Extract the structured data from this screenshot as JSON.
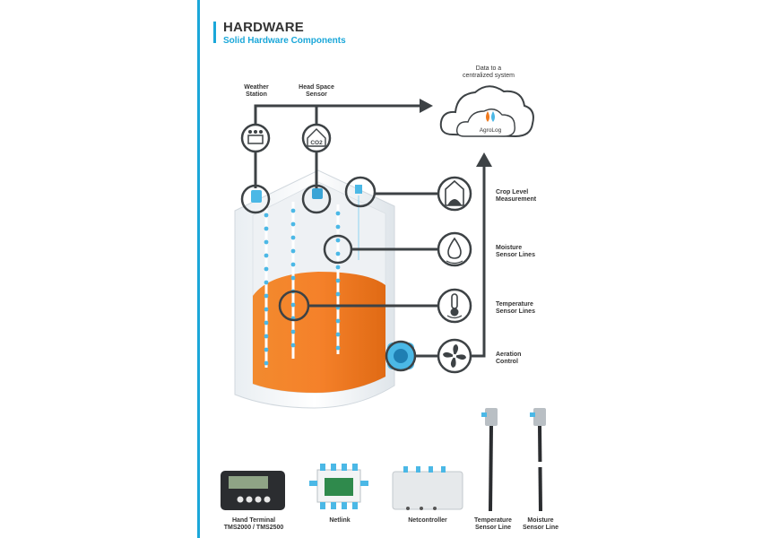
{
  "header": {
    "title": "HARDWARE",
    "subtitle": "Solid Hardware Components"
  },
  "diagram": {
    "weather_station": [
      "Weather",
      "Station"
    ],
    "head_space_sensor": [
      "Head Space",
      "Sensor"
    ],
    "data_destination": [
      "Data to a",
      "centralized system"
    ],
    "cloud_logo": "AgroLog",
    "co2_text": "CO2",
    "crop_level": [
      "Crop Level",
      "Measurement"
    ],
    "moisture": [
      "Moisture",
      "Sensor Lines"
    ],
    "temperature": [
      "Temperature",
      "Sensor Lines"
    ],
    "aeration": [
      "Aeration",
      "Control"
    ]
  },
  "products": [
    {
      "caption": [
        "Hand Terminal",
        "TMS2000 / TMS2500"
      ]
    },
    {
      "caption": [
        "Netlink"
      ]
    },
    {
      "caption": [
        "Netcontroller"
      ]
    },
    {
      "caption": [
        "Temperature",
        "Sensor Line"
      ]
    },
    {
      "caption": [
        "Moisture",
        "Sensor Line"
      ]
    }
  ],
  "colors": {
    "accent": "#1aa7d9",
    "line": "#3d4245",
    "grain": "#f07a1e",
    "sensor": "#4bb8e6"
  }
}
